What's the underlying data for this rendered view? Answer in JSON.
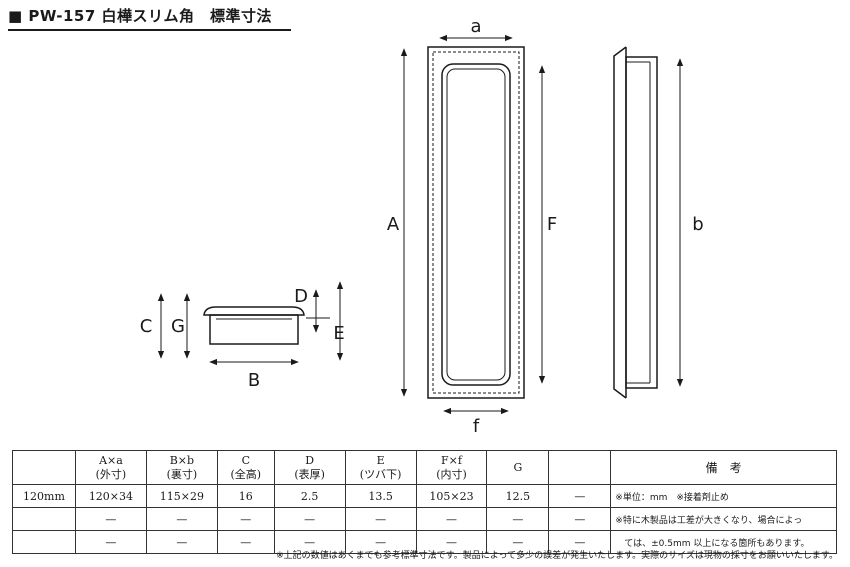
{
  "title": "■ PW-157 白樺スリム角　標準寸法",
  "dimension_labels": {
    "a": "a",
    "A": "A",
    "F": "F",
    "b": "b",
    "f": "f",
    "B": "B",
    "C": "C",
    "G": "G",
    "D": "D",
    "E": "E"
  },
  "table": {
    "headers": [
      {
        "top": "",
        "bottom": ""
      },
      {
        "top": "A×a",
        "bottom": "(外寸)"
      },
      {
        "top": "B×b",
        "bottom": "(裏寸)"
      },
      {
        "top": "C",
        "bottom": "(全高)"
      },
      {
        "top": "D",
        "bottom": "(表厚)"
      },
      {
        "top": "E",
        "bottom": "(ツバ下)"
      },
      {
        "top": "F×f",
        "bottom": "(内寸)"
      },
      {
        "top": "G",
        "bottom": ""
      },
      {
        "top": "",
        "bottom": ""
      }
    ],
    "remarks_header": "備　考",
    "rows": [
      {
        "cells": [
          "120mm",
          "120×34",
          "115×29",
          "16",
          "2.5",
          "13.5",
          "105×23",
          "12.5",
          "—"
        ],
        "remark": "※単位：mm　※接着剤止め"
      },
      {
        "cells": [
          "",
          "—",
          "—",
          "—",
          "—",
          "—",
          "—",
          "—",
          "—"
        ],
        "remark": "※特に木製品は工差が大きくなり、場合によっ"
      },
      {
        "cells": [
          "",
          "—",
          "—",
          "—",
          "—",
          "—",
          "—",
          "—",
          "—"
        ],
        "remark": "　ては、±0.5mm 以上になる箇所もあります。"
      }
    ]
  },
  "footnote": "※上記の数値はあくまでも参考標準寸法です。製品によって多少の誤差が発生いたします。実際のサイズは現物の採寸をお願いいたします。"
}
